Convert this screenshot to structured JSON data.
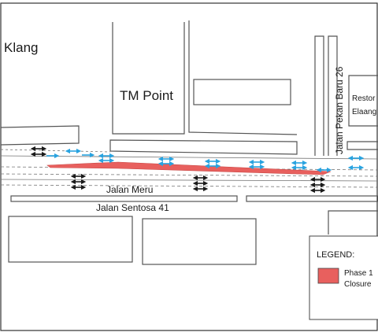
{
  "map": {
    "area_label": "Klang",
    "landmark_label": "TM Point",
    "restaurant_label_line1": "Restor",
    "restaurant_label_line2": "Elaang",
    "roads": {
      "main": "Jalan Meru",
      "lower": "Jalan Sentosa 41",
      "vertical": "Jalan Pekan Baru 26"
    },
    "closure_color": "#e8605e"
  },
  "legend": {
    "title": "LEGEND:",
    "item_line1": "Phase 1",
    "item_line2": "Closure",
    "swatch_color": "#e8605e"
  },
  "arrows": {
    "blue_color": "#29a3e0",
    "black_color": "#1a1a1a"
  }
}
